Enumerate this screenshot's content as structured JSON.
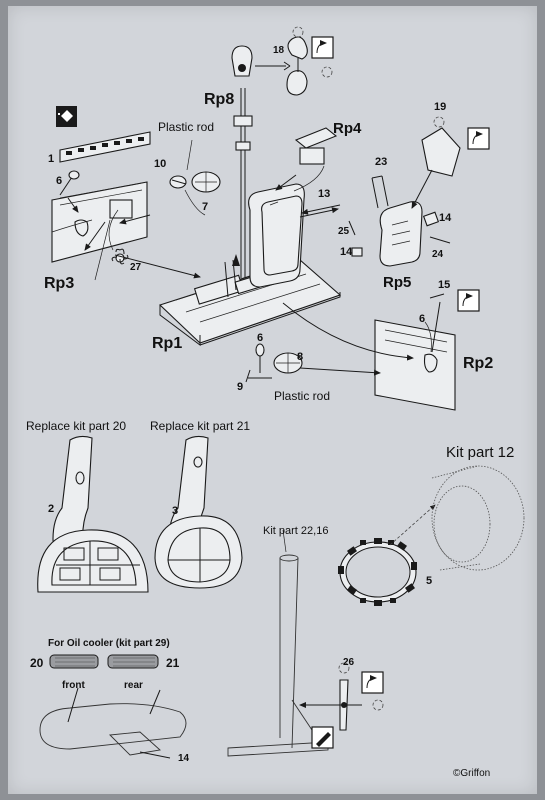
{
  "labels": {
    "rp8": "Rp8",
    "rp4": "Rp4",
    "rp3": "Rp3",
    "rp5": "Rp5",
    "rp1": "Rp1",
    "rp2": "Rp2",
    "plastic_rod_top": "Plastic rod",
    "plastic_rod_bottom": "Plastic rod",
    "replace_20": "Replace kit part 20",
    "replace_21": "Replace kit part 21",
    "kit_part_12": "Kit part 12",
    "kit_part_22_16": "Kit part 22,16",
    "oil_cooler": "For Oil cooler (kit part 29)",
    "front": "front",
    "rear": "rear",
    "copyright": "©Griffon"
  },
  "part_numbers": {
    "n1": "1",
    "n6a": "6",
    "n10": "10",
    "n7": "7",
    "n27": "27",
    "n18": "18",
    "n13": "13",
    "n19": "19",
    "n23": "23",
    "n25": "25",
    "n14a": "14",
    "n14b": "14",
    "n24": "24",
    "n15": "15",
    "n6b": "6",
    "n6c": "6",
    "n8": "8",
    "n9": "9",
    "n2": "2",
    "n3": "3",
    "n5": "5",
    "n20": "20",
    "n21": "21",
    "n26": "26",
    "n14c": "14"
  }
}
